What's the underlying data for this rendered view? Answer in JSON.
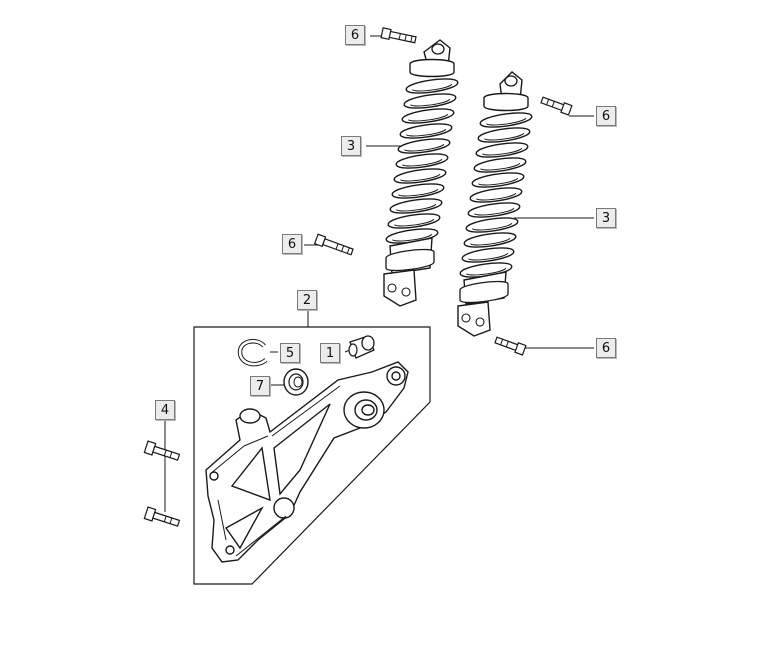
{
  "callouts": {
    "c1": "1",
    "c2": "2",
    "c3_left": "3",
    "c3_right": "3",
    "c4": "4",
    "c5": "5",
    "c6_top": "6",
    "c6_right_upper": "6",
    "c6_mid_left": "6",
    "c6_right_lower": "6",
    "c7": "7"
  },
  "parts": [
    {
      "ref": "1",
      "icon": "bushing-icon"
    },
    {
      "ref": "2",
      "icon": "bracket-icon"
    },
    {
      "ref": "3",
      "icon": "shock-absorber-icon"
    },
    {
      "ref": "4",
      "icon": "bolt-icon"
    },
    {
      "ref": "5",
      "icon": "circlip-icon"
    },
    {
      "ref": "6",
      "icon": "bolt-icon"
    },
    {
      "ref": "7",
      "icon": "bearing-icon"
    }
  ],
  "colors": {
    "line": "#1a1a1a",
    "callout_bg": "#ececec",
    "callout_border": "#7a7a7a",
    "part_fill": "#ffffff"
  }
}
